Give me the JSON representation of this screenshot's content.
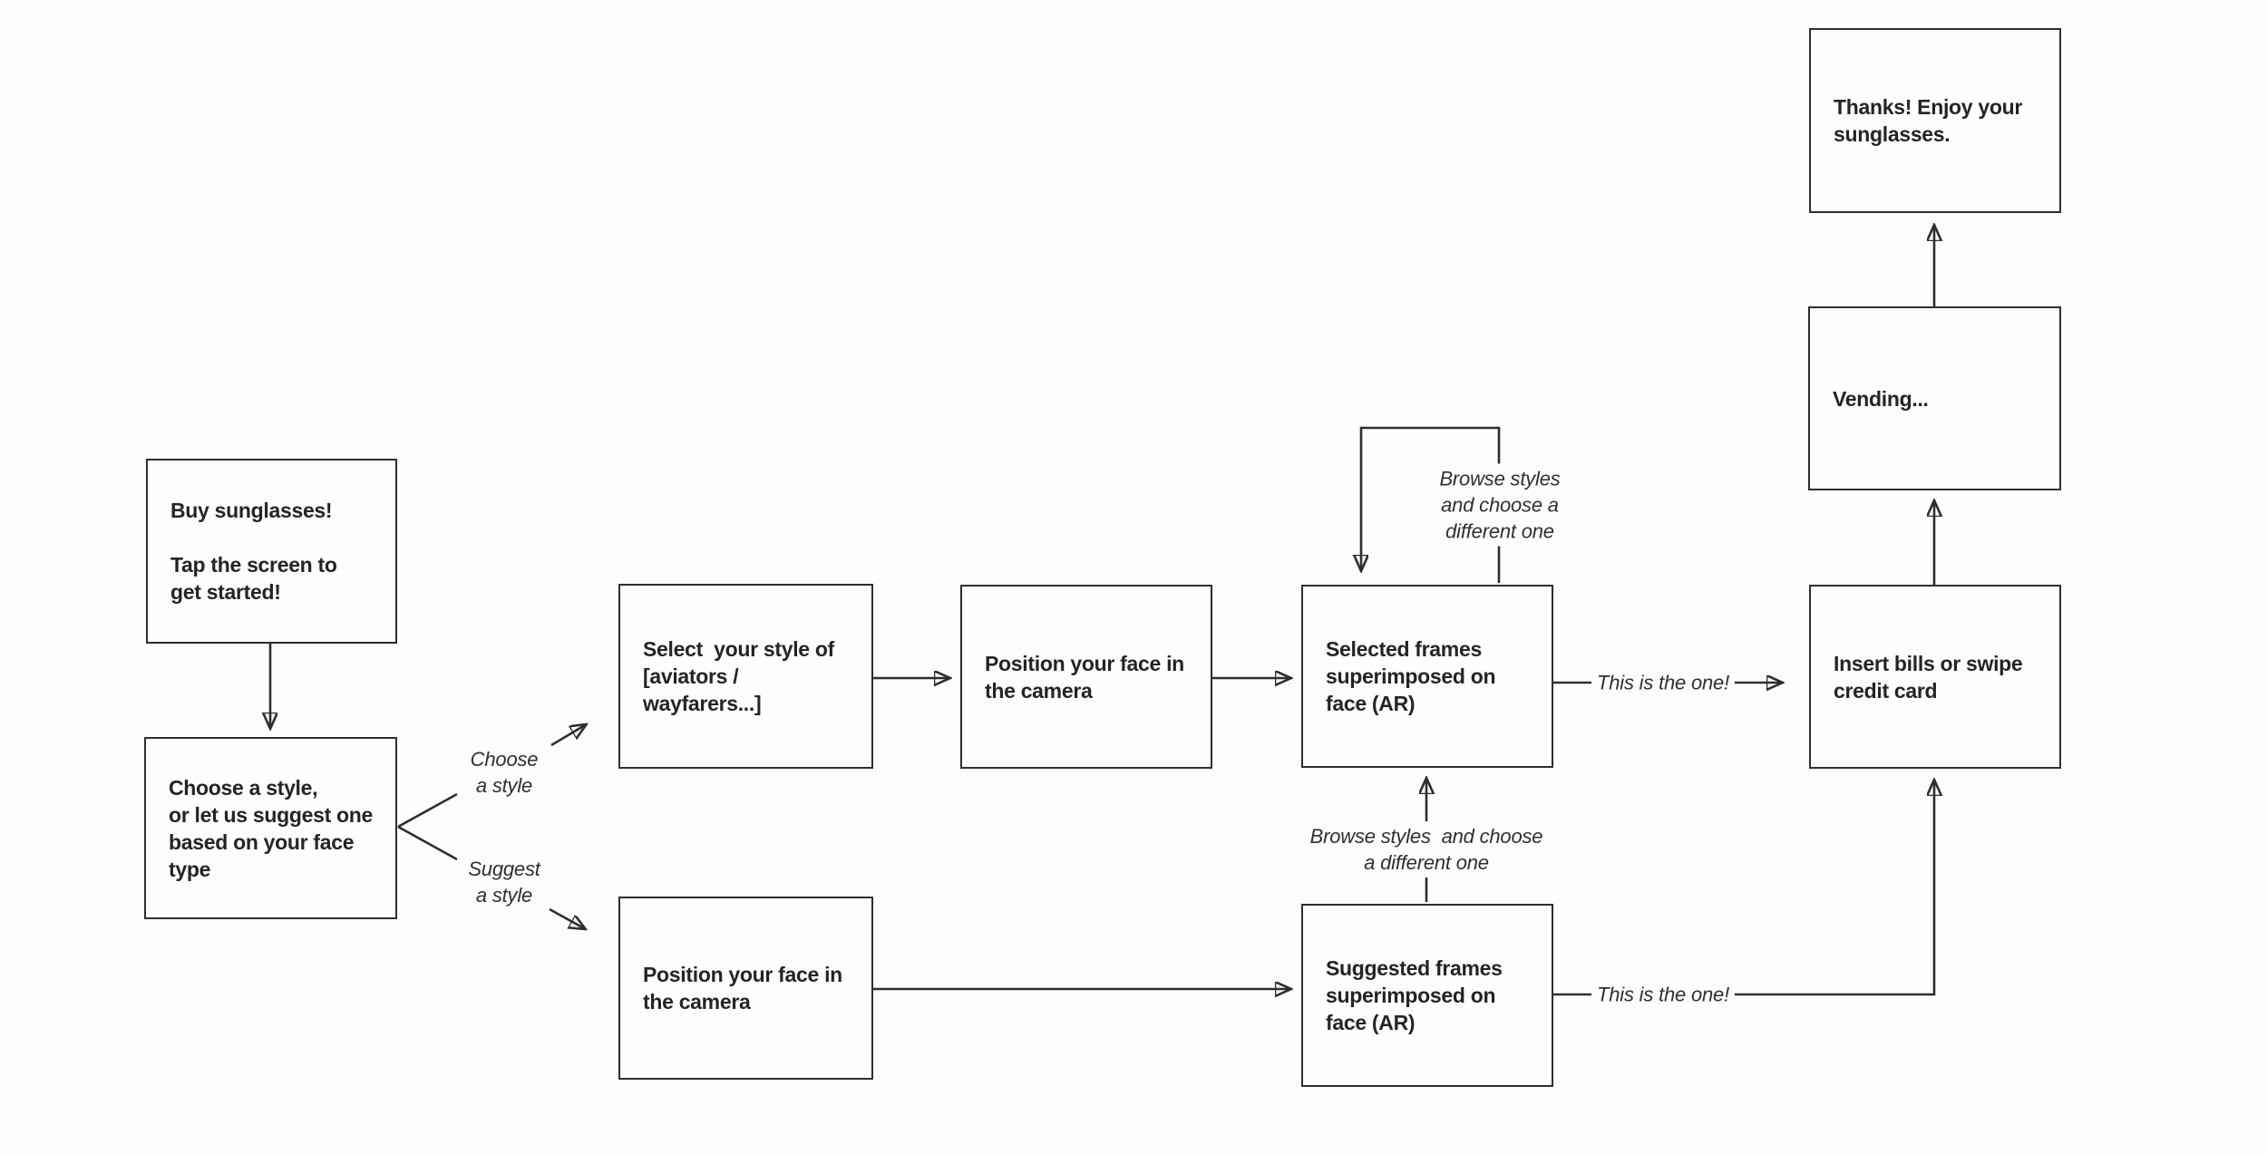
{
  "diagram": {
    "colors": {
      "background": "#fdfdfd",
      "box_border": "#2e2e2e",
      "box_fill": "#fefefe",
      "arrow": "#2e2e2e",
      "node_text": "#242424",
      "edge_label_text": "#2f2f2f"
    },
    "nodes": {
      "start": {
        "label": "Buy sunglasses!\n\nTap the screen to\nget started!"
      },
      "choose": {
        "label": "Choose a style,\nor let us suggest one\nbased on your face\ntype"
      },
      "select_style": {
        "label": "Select  your style of\n[aviators /\nwayfarers...]"
      },
      "position_top": {
        "label": "Position your face in\nthe camera"
      },
      "selected_frames": {
        "label": "Selected frames\nsuperimposed on\nface (AR)"
      },
      "insert_bills": {
        "label": "Insert bills or swipe\ncredit card"
      },
      "vending": {
        "label": "Vending..."
      },
      "thanks": {
        "label": "Thanks! Enjoy your\nsunglasses."
      },
      "position_bottom": {
        "label": "Position your face in\nthe camera"
      },
      "suggested_frames": {
        "label": "Suggested frames\nsuperimposed on\nface (AR)"
      }
    },
    "edge_labels": {
      "choose_a_style": "Choose\na style",
      "suggest_a_style": "Suggest\na style",
      "browse_top": "Browse styles\nand choose a\ndifferent one",
      "browse_middle": "Browse styles  and choose\na different one",
      "this_is_the_one_top": "This is the one!",
      "this_is_the_one_bottom": "This is the one!"
    }
  }
}
